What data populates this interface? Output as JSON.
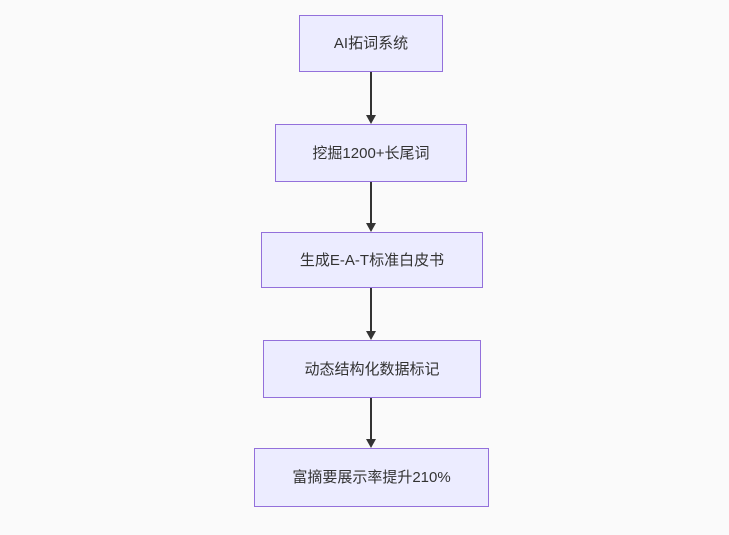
{
  "diagram": {
    "type": "flowchart",
    "direction": "top-down",
    "nodes": [
      {
        "id": "n1",
        "label": "AI拓词系统"
      },
      {
        "id": "n2",
        "label": "挖掘1200+长尾词"
      },
      {
        "id": "n3",
        "label": "生成E-A-T标准白皮书"
      },
      {
        "id": "n4",
        "label": "动态结构化数据标记"
      },
      {
        "id": "n5",
        "label": "富摘要展示率提升210%"
      }
    ],
    "edges": [
      {
        "from": "n1",
        "to": "n2"
      },
      {
        "from": "n2",
        "to": "n3"
      },
      {
        "from": "n3",
        "to": "n4"
      },
      {
        "from": "n4",
        "to": "n5"
      }
    ],
    "colors": {
      "node_fill": "#ECECFF",
      "node_border": "#9370DB",
      "arrow": "#333333",
      "text": "#333333",
      "background": "#fafafa"
    }
  }
}
